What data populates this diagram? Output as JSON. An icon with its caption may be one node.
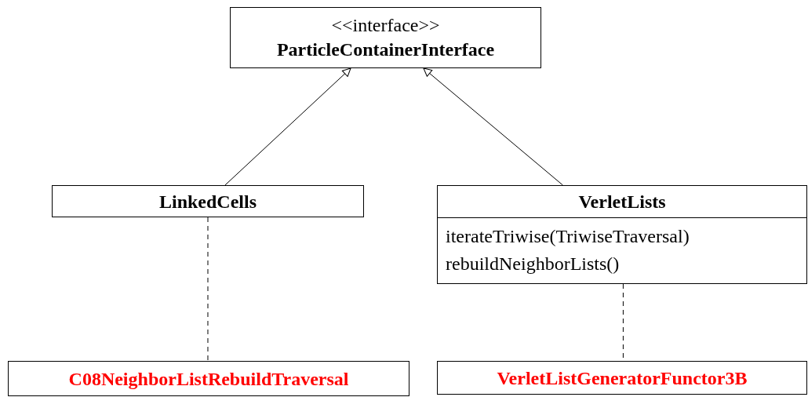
{
  "diagram": {
    "nodes": [
      {
        "text": [
          "<<interface>>",
          "ParticleContainerInterface"
        ]
      },
      {
        "text": [
          "LinkedCells"
        ]
      },
      {
        "text": [
          "VerletLists",
          "iterateTriwise(TriwiseTraversal)",
          "rebuildNeighborLists()"
        ]
      },
      {
        "text": [
          "C08NeighborListRebuildTraversal"
        ]
      },
      {
        "text": [
          "VerletListGeneratorFunctor3B"
        ]
      }
    ],
    "edges": [
      {
        "from": 1,
        "to": 0,
        "arrow": "to"
      },
      {
        "from": 2,
        "to": 0,
        "arrow": "to"
      },
      {
        "from": 1,
        "to": 3,
        "arrow": "none",
        "style": "dashed"
      },
      {
        "from": 2,
        "to": 4,
        "arrow": "none",
        "style": "dashed"
      }
    ]
  }
}
